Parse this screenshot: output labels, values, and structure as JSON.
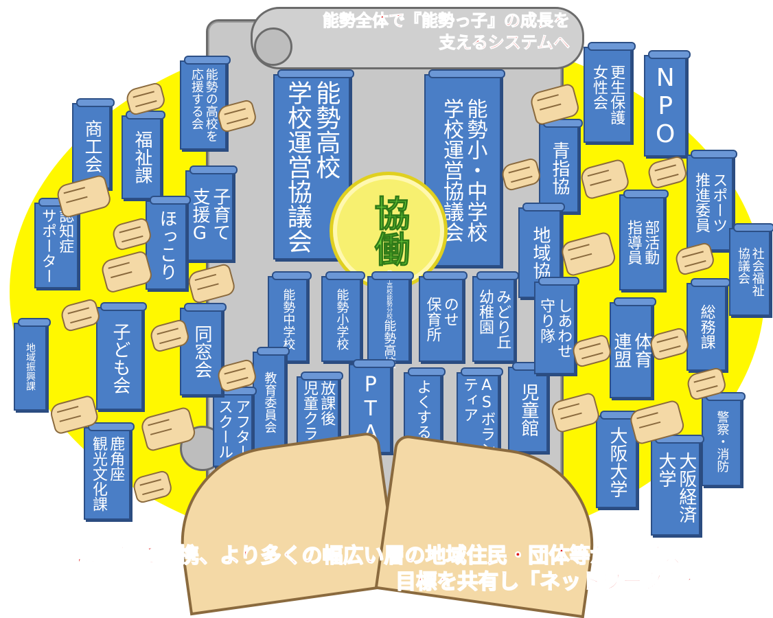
{
  "header": {
    "line1": "能勢全体で『能勢っ子』の成長を",
    "line2": "支えるシステムへ"
  },
  "center_label": "協働",
  "main_banners": {
    "high_school_council": "能勢高校\n学校運営協議会",
    "elem_mid_council": "能勢小・中学校\n学校運営協議会"
  },
  "school_banners": {
    "nose_junior_high": "能勢中学校",
    "nose_elementary": "能勢小学校",
    "nose_high_branch_main": "能勢高校",
    "nose_high_branch_sub": "豊中高校能勢分校",
    "nose_nursery": "のせ\n保育所",
    "midorigaoka_kindergarten": "みどり丘\n幼稚園"
  },
  "bottom_banners": {
    "board_of_education": "教育委員会",
    "after_school": "アフター\nスクール",
    "after_school_children_club": "放課後\n児童クラブ",
    "pta": "PTA",
    "yokusuru_kai": "よくする会",
    "as_volunteer": "ASボラン\nティア",
    "childrens_hall": "児童館"
  },
  "left_banners": {
    "support_high_school_group": "能勢の高校を\n応援する会",
    "commerce_association": "商工会",
    "welfare_section": "福祉課",
    "childcare_support_g": "子育て\n支援G",
    "hokkori": "ほっこり",
    "dementia_supporter": "認知症\nサポーター",
    "regional_promotion": "地域振興課",
    "kodomo_kai": "子ども会",
    "alumni_association": "同窓会",
    "tourism_culture": "鹿角座\n観光文化課"
  },
  "right_banners": {
    "rehabilitation_women": "更生保護\n女性会",
    "npo": "NPO",
    "youth_guidance": "青指協",
    "sports_promotion": "スポーツ\n推進委員",
    "club_activity_instructors": "部活動\n指導員",
    "regional_association": "地域協",
    "social_welfare_council": "社会福祉\n協議会",
    "shiawase_guard": "しあわせ\n守り隊",
    "sports_federation": "体育\n連盟",
    "general_affairs": "総務課",
    "police_fire": "警察・消防",
    "osaka_university": "大阪大学",
    "osaka_keizai": "大阪経済\n大学"
  },
  "footer": {
    "line1": "活動に応じて連携、より多くの幅広い層の地域住民・団体等が参画し、",
    "line2": "目標を共有し「ネットワーク」を形成"
  },
  "colors": {
    "background_ellipse": "#fff800",
    "banner_blue": "#4a7ec6",
    "scroll_gray": "#c8c8c8",
    "accent_red": "#e02020",
    "kyodo_green": "#6dcf3a"
  }
}
